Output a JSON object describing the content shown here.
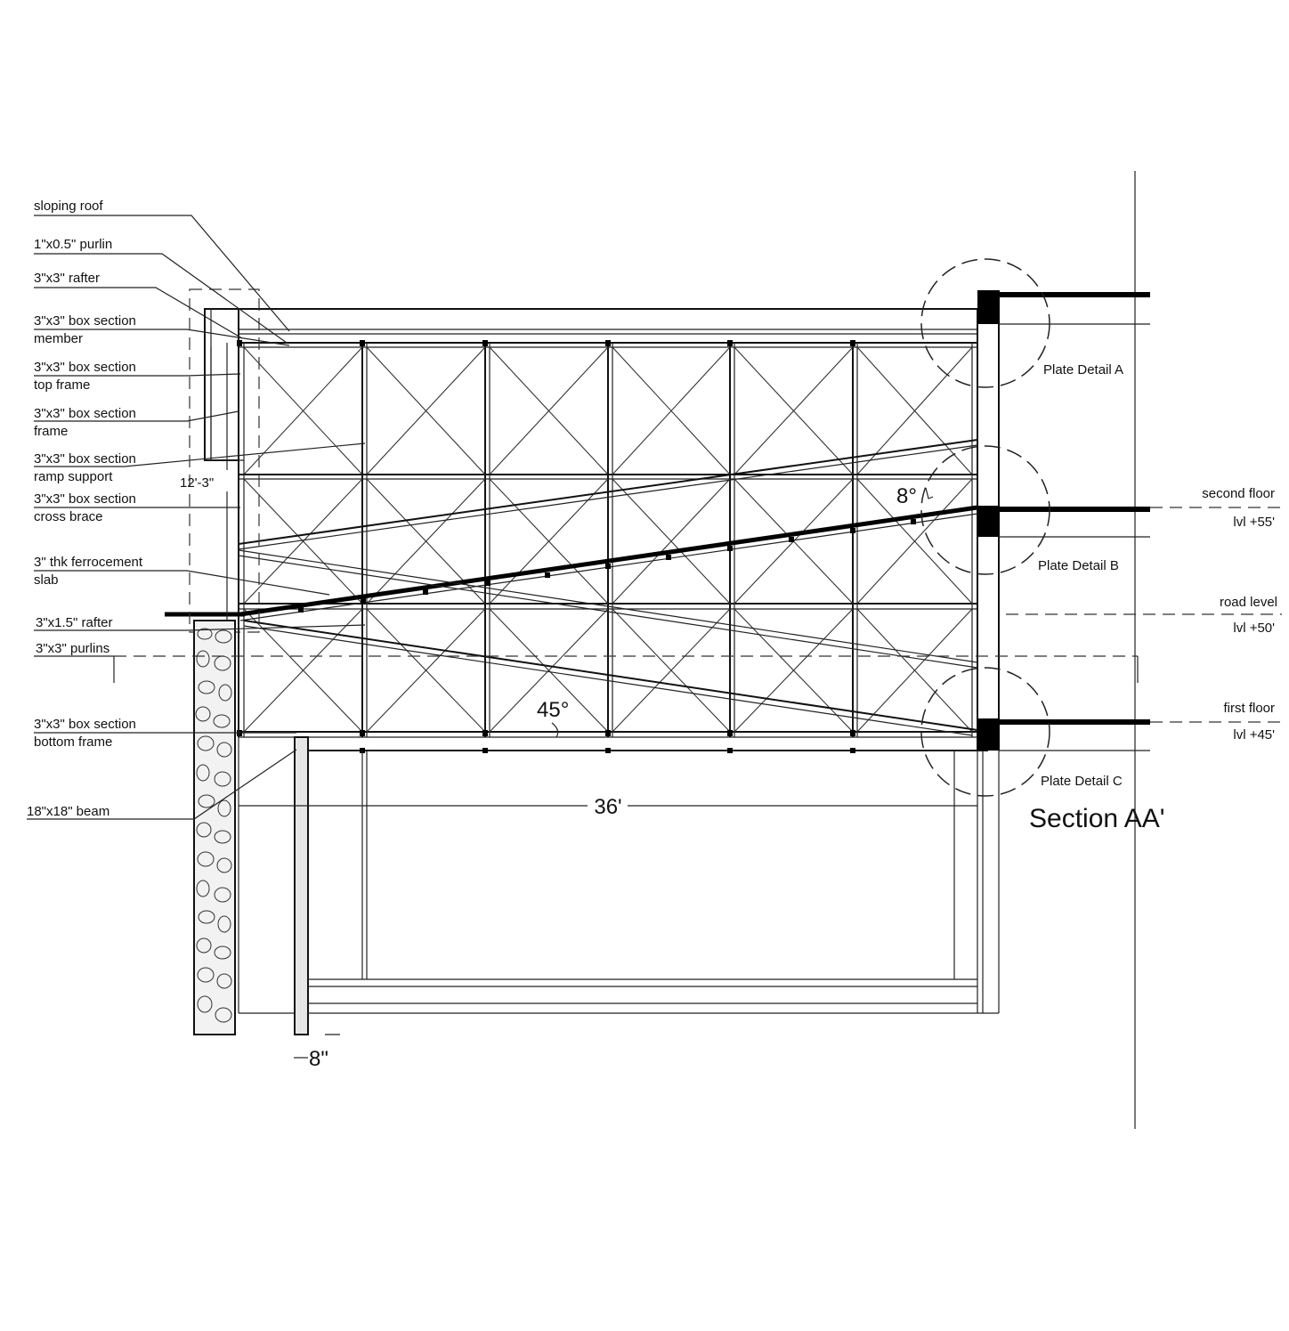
{
  "title": "Section AA'",
  "leader_labels": [
    {
      "id": "sloping-roof",
      "lines": [
        "sloping roof"
      ]
    },
    {
      "id": "purlin-1x05",
      "lines": [
        "1\"x0.5\" purlin"
      ]
    },
    {
      "id": "rafter-3x3",
      "lines": [
        "3\"x3\" rafter"
      ]
    },
    {
      "id": "box-member",
      "lines": [
        "3\"x3\" box section",
        "member"
      ]
    },
    {
      "id": "box-top-frame",
      "lines": [
        "3\"x3\" box section",
        "top frame"
      ]
    },
    {
      "id": "box-frame",
      "lines": [
        "3\"x3\" box section",
        "frame"
      ]
    },
    {
      "id": "box-ramp-support",
      "lines": [
        "3\"x3\" box section",
        "ramp support"
      ]
    },
    {
      "id": "box-cross-brace",
      "lines": [
        "3\"x3\" box section",
        "cross brace"
      ]
    },
    {
      "id": "ferrocement-slab",
      "lines": [
        "3\" thk ferrocement",
        "slab"
      ]
    },
    {
      "id": "rafter-3x15",
      "lines": [
        "3\"x1.5\" rafter"
      ]
    },
    {
      "id": "purlins-3x3",
      "lines": [
        "3\"x3\" purlins"
      ]
    },
    {
      "id": "box-bottom-frame",
      "lines": [
        "3\"x3\" box section",
        "bottom frame"
      ]
    },
    {
      "id": "beam-18x18",
      "lines": [
        "18\"x18\" beam"
      ]
    }
  ],
  "plate_details": [
    "Plate Detail A",
    "Plate Detail B",
    "Plate Detail C"
  ],
  "levels": [
    {
      "id": "second-floor",
      "name": "second floor",
      "value": "lvl +55'"
    },
    {
      "id": "road-level",
      "name": "road level",
      "value": "lvl +50'"
    },
    {
      "id": "first-floor",
      "name": "first floor",
      "value": "lvl +45'"
    }
  ],
  "dimensions": {
    "span": "36'",
    "height": "12'-3\"",
    "wall": "8\"",
    "ramp_angle": "8°",
    "brace_angle": "45°"
  }
}
